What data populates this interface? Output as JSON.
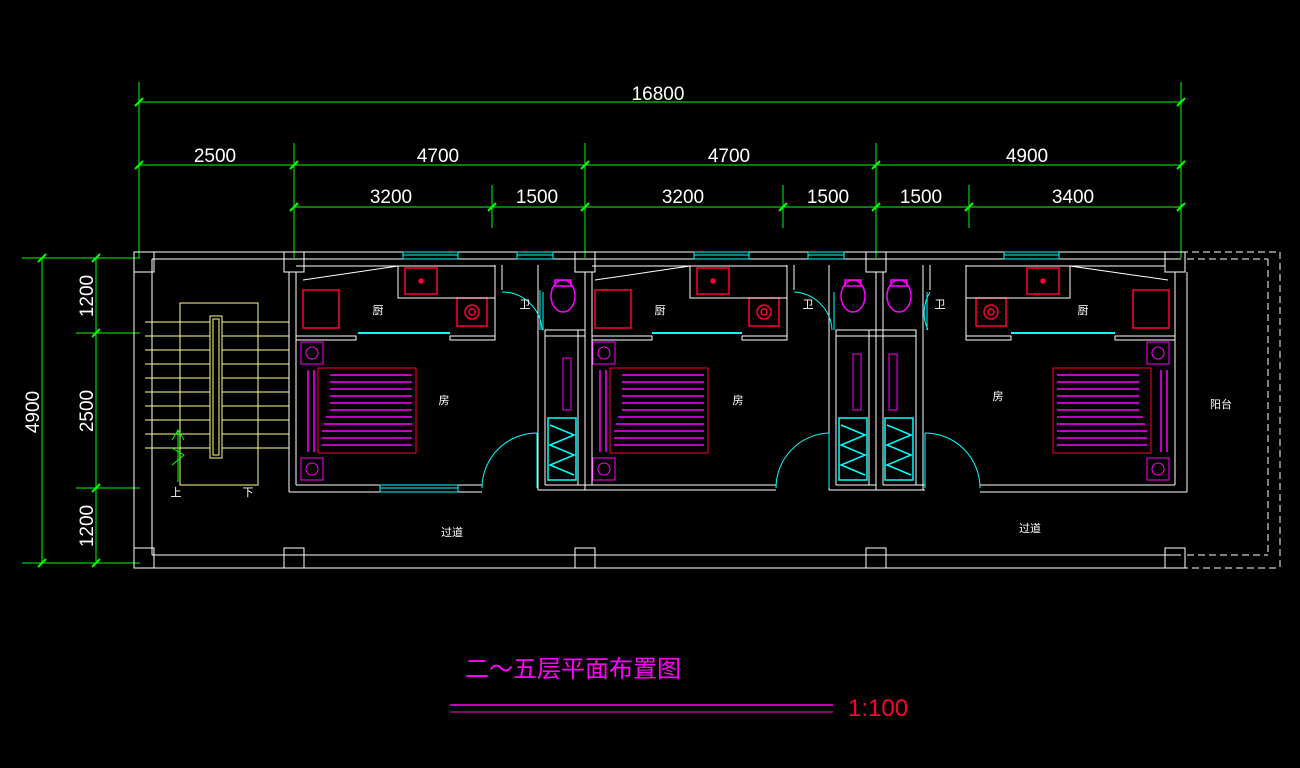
{
  "colors": {
    "background": "#000000",
    "dimension": "#00ff00",
    "wall": "#ffffff",
    "fixture": "#ff0033",
    "furniture": "#ff00ff",
    "window": "#00ffff",
    "stair": "#ffff88",
    "title": "#ff00ff"
  },
  "dimensions": {
    "overall": "16800",
    "segments": [
      "2500",
      "4700",
      "4700",
      "4900"
    ],
    "sub_segments": [
      "3200",
      "1500",
      "3200",
      "1500",
      "1500",
      "3400"
    ],
    "vertical_overall": "4900",
    "vertical_segments": [
      "1200",
      "2500",
      "1200"
    ]
  },
  "rooms": {
    "kitchen": "厨",
    "bathroom": "卫",
    "room": "房",
    "corridor": "过道",
    "balcony": "阳台",
    "stair_up": "上",
    "stair_down": "下"
  },
  "drawing": {
    "title": "二～五层平面布置图",
    "scale": "1:100"
  }
}
